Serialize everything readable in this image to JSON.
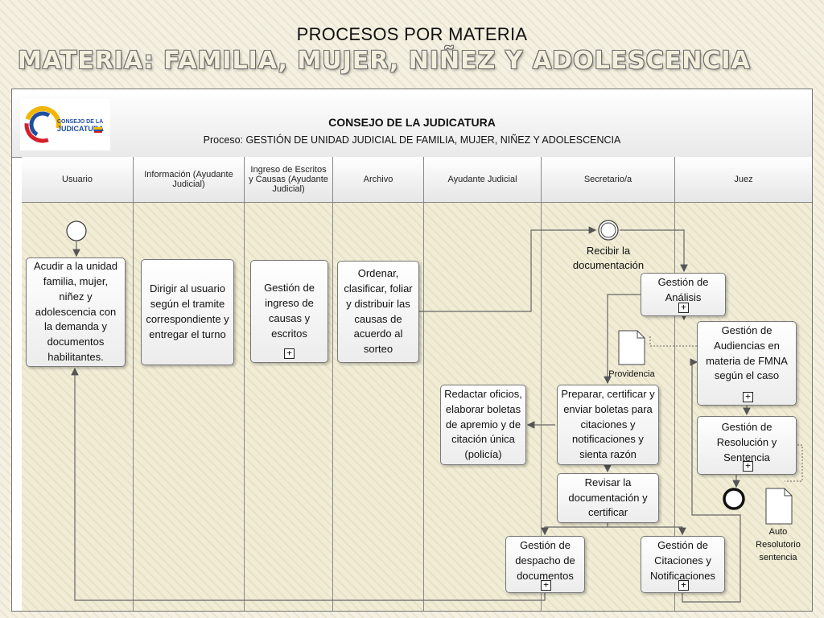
{
  "slide": {
    "title": "PROCESOS POR MATERIA",
    "subtitle": "MATERIA: FAMILIA, MUJER, NIÑEZ Y ADOLESCENCIA"
  },
  "header": {
    "logo_text_line1": "CONSEJO DE LA",
    "logo_text_line2": "JUDICATURA",
    "org_name": "CONSEJO DE LA JUDICATURA",
    "process": "Proceso: GESTIÓN DE UNIDAD JUDICIAL DE FAMILIA, MUJER, NIÑEZ Y ADOLESCENCIA"
  },
  "lanes": [
    "Usuario",
    "Información (Ayudante Judicial)",
    "Ingreso de Escritos y Causas (Ayudante Judicial)",
    "Archivo",
    "Ayudante Judicial",
    "Secretario/a",
    "Juez"
  ],
  "tasks": {
    "acudir": "Acudir a la unidad familia, mujer, niñez y adolescencia con la demanda y documentos habilitantes.",
    "dirigir": "Dirigir al usuario según el tramite correspondiente y entregar el turno",
    "ingreso": "Gestión de ingreso de causas y escritos",
    "ordenar": "Ordenar, clasificar, foliar y distribuir las causas de acuerdo al sorteo",
    "recibir": "Recibir la documentación",
    "analisis": "Gestión de Análisis",
    "audiencias": "Gestión  de Audiencias en materia de FMNA según el caso",
    "redactar": "Redactar oficios, elaborar boletas de apremio y de citación única (policía)",
    "preparar": "Preparar, certificar y enviar boletas para citaciones y notificaciones y sienta razón",
    "revisar": "Revisar la documentación y certificar",
    "resolucion": "Gestión de Resolución y Sentencia",
    "despacho": "Gestión de despacho de documentos",
    "citaciones": "Gestión de Citaciones y Notificaciones"
  },
  "documents": {
    "providencia": "Providencia",
    "auto": "Auto Resolutorio sentencia"
  },
  "subprocess_marker": "+",
  "colors": {
    "lane_fill": "#f0ecd6",
    "task_fill": "#ffffff",
    "border": "#777777"
  }
}
